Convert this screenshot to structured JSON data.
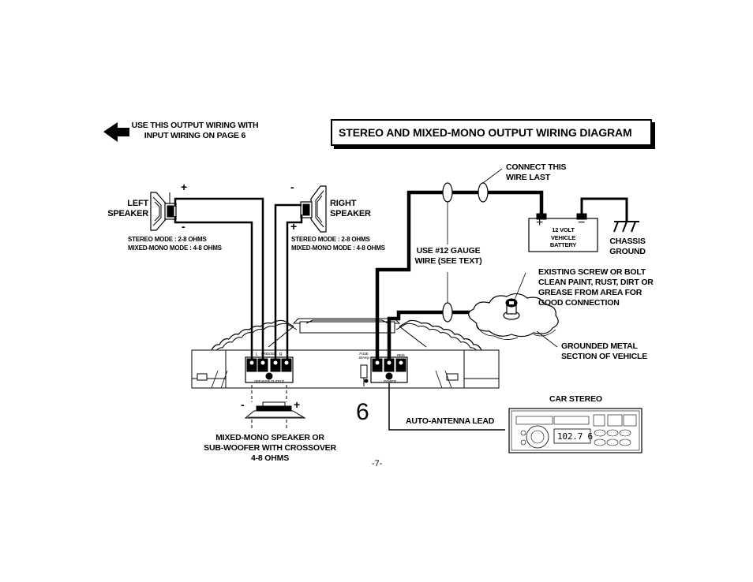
{
  "header": {
    "note": [
      "USE THIS OUTPUT WIRING WITH",
      "INPUT WIRING ON PAGE 6"
    ],
    "title": "STEREO AND MIXED-MONO OUTPUT WIRING DIAGRAM"
  },
  "left_speaker": {
    "label": [
      "LEFT",
      "SPEAKER"
    ],
    "plus": "+",
    "minus": "-",
    "impedance": [
      "STEREO MODE : 2-8 OHMS",
      "MIXED-MONO MODE : 4-8 OHMS"
    ]
  },
  "right_speaker": {
    "label": [
      "RIGHT",
      "SPEAKER"
    ],
    "plus": "+",
    "minus": "-",
    "impedance": [
      "STEREO MODE : 2-8 OHMS",
      "MIXED-MONO MODE : 4-8 OHMS"
    ]
  },
  "wire_note": [
    "USE #12 GAUGE",
    "WIRE (SEE TEXT)"
  ],
  "connect_last": [
    "CONNECT THIS",
    "WIRE LAST"
  ],
  "battery": {
    "label": [
      "12 VOLT",
      "VEHICLE",
      "BATTERY"
    ],
    "plus": "+",
    "minus": "−"
  },
  "chassis": [
    "CHASSIS",
    "GROUND"
  ],
  "screw_note": [
    "EXISTING SCREW OR BOLT",
    "CLEAN PAINT, RUST, DIRT OR",
    "GREASE FROM  AREA FOR",
    "GOOD CONNECTION"
  ],
  "metal_note": [
    "GROUNDED METAL",
    "SECTION OF VEHICLE"
  ],
  "amp": {
    "speaker_output": "SPEAKER OUTPUT",
    "bridged": "BRIDGED",
    "channel_l": "L",
    "channel_r": "R",
    "power": "POWER",
    "rem": "REM",
    "fuse": [
      "FUSE",
      "20Amp"
    ],
    "power_number": "6"
  },
  "sub": {
    "plus": "+",
    "minus": "-",
    "label": [
      "MIXED-MONO SPEAKER OR",
      "SUB-WOOFER WITH CROSSOVER",
      "4-8 OHMS"
    ]
  },
  "car_stereo": {
    "label": "CAR STEREO",
    "display": "102.7 6"
  },
  "antenna_label": "AUTO-ANTENNA LEAD",
  "page_number": "-7-"
}
